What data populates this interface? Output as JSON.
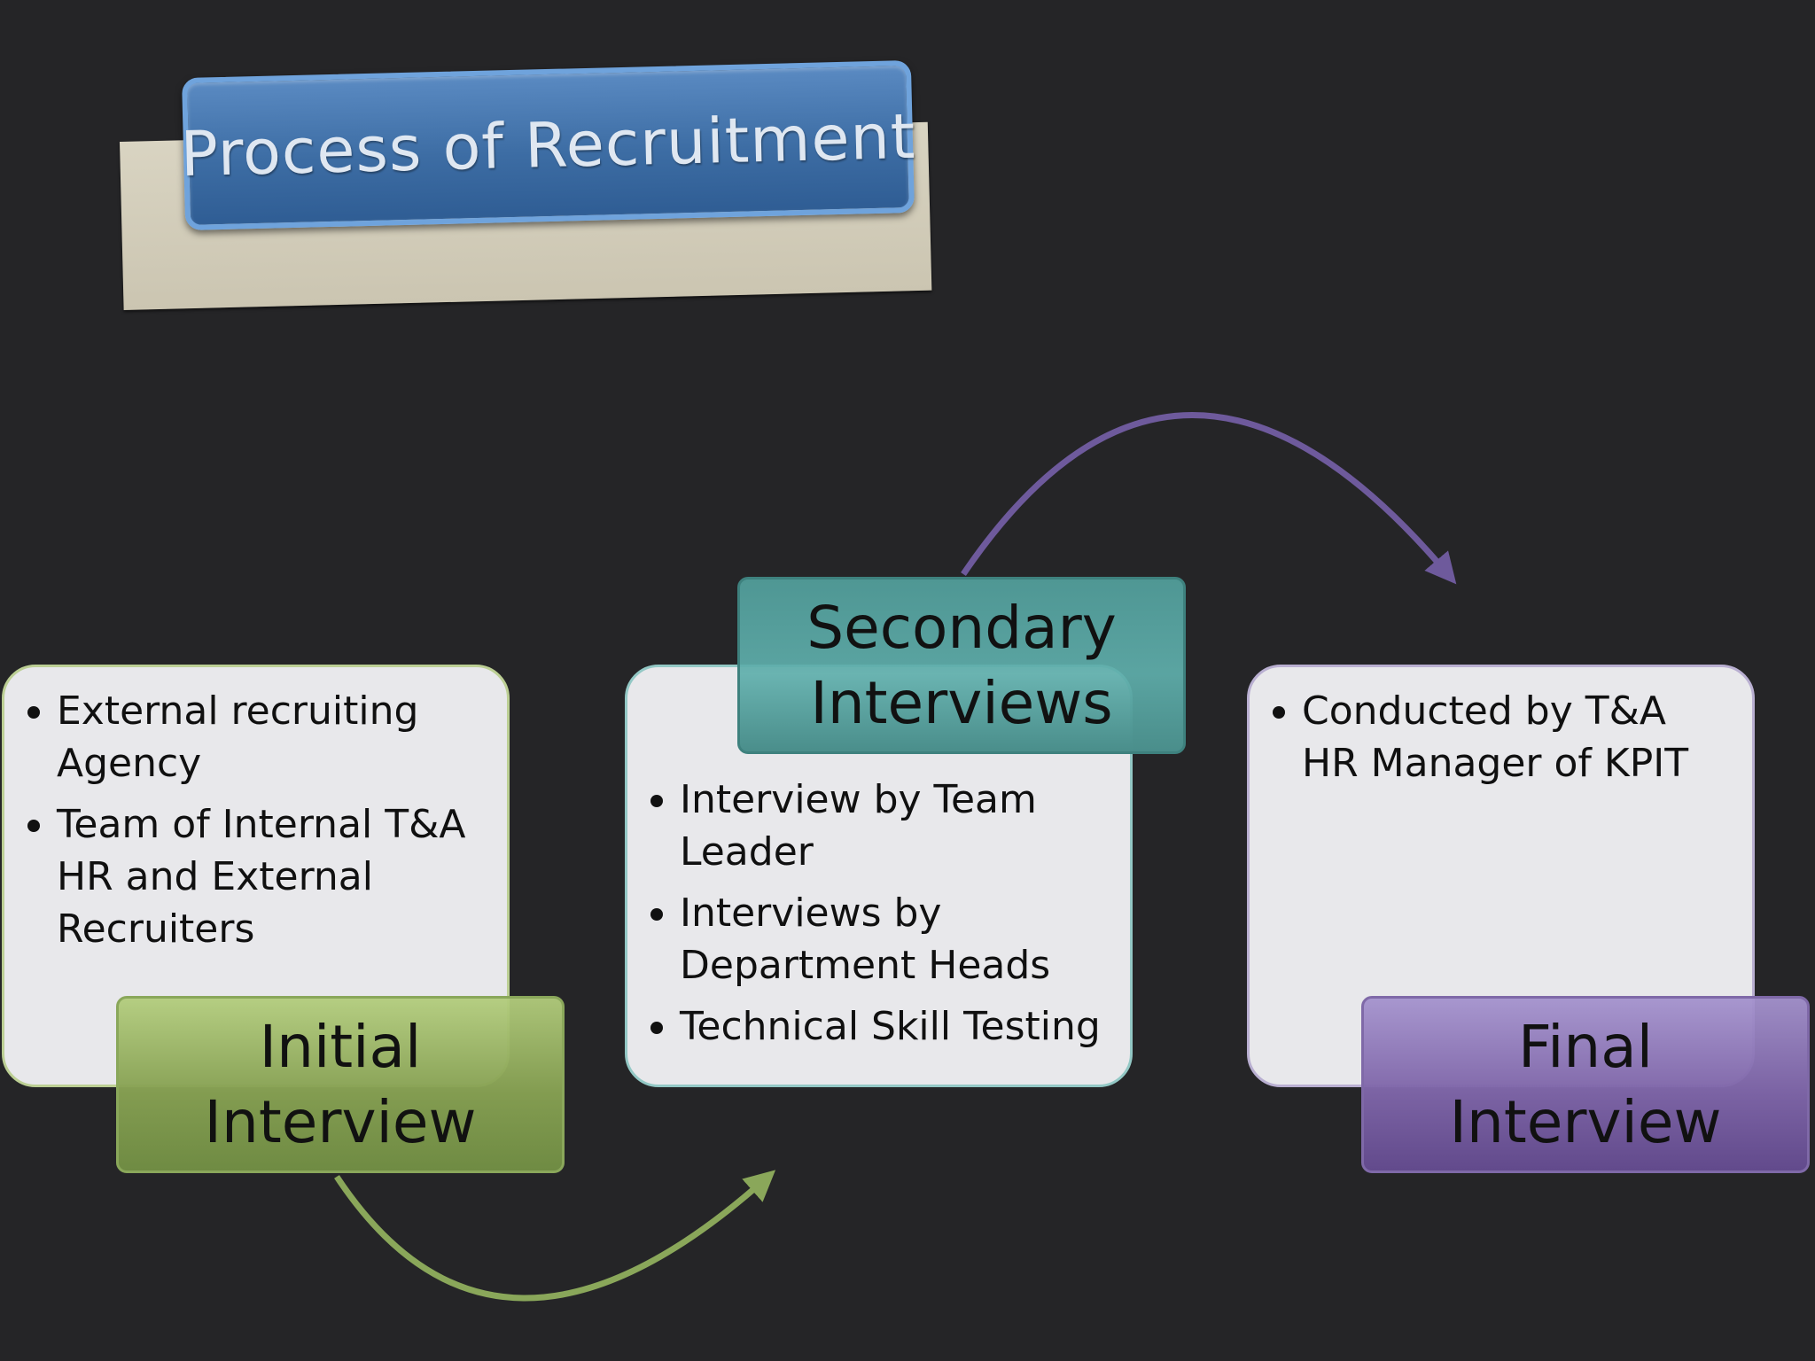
{
  "title": "Process of Recruitment",
  "stages": {
    "initial": {
      "label_line1": "Initial",
      "label_line2": "Interview",
      "color": "#8aa75a",
      "bullets": [
        "External recruiting Agency",
        "Team of Internal  T&A HR and External Recruiters"
      ]
    },
    "secondary": {
      "label_line1": "Secondary",
      "label_line2": "Interviews",
      "color": "#4f9794",
      "bullets": [
        "Interview by Team Leader",
        "Interviews by Department Heads",
        "Technical Skill Testing"
      ]
    },
    "final": {
      "label_line1": "Final",
      "label_line2": "Interview",
      "color": "#7f69a8",
      "bullets": [
        "Conducted by  T&A HR Manager of KPIT"
      ]
    }
  },
  "colors": {
    "background": "#252527",
    "title_fill": "#3d6da4",
    "title_backing": "#d9d4c2",
    "arc_green": "#8aa75a",
    "arc_purple": "#6e5a9c"
  }
}
